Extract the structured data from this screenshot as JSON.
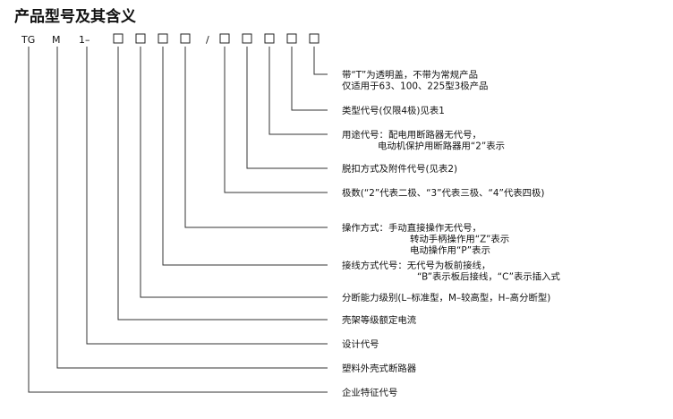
{
  "title": "产品型号及其含义",
  "code": {
    "prefix": "TG",
    "m": "M",
    "frame": "1–",
    "slash": "/"
  },
  "items": [
    {
      "id": "transparent-cover",
      "lines": [
        "带“T”为透明盖，不带为常规产品",
        "仅适用于63、100、225型3极产品"
      ]
    },
    {
      "id": "type-code",
      "lines": [
        "类型代号(仅限4极)见表1"
      ]
    },
    {
      "id": "usage-code",
      "lines": [
        "用途代号：配电用断路器无代号，",
        "电动机保护用断路器用“2”表示"
      ]
    },
    {
      "id": "release-accessory",
      "lines": [
        "脱扣方式及附件代号(见表2)"
      ]
    },
    {
      "id": "poles",
      "lines": [
        "极数(“2”代表二极、“3”代表三极、“4”代表四极)"
      ]
    },
    {
      "id": "operation",
      "lines": [
        "操作方式：手动直接操作无代号，",
        "转动手柄操作用“Z”表示",
        "电动操作用“P”表示"
      ]
    },
    {
      "id": "wiring",
      "lines": [
        "接线方式代号：无代号为板前接线，",
        "“B”表示板后接线，“C”表示插入式"
      ]
    },
    {
      "id": "breaking-capacity",
      "lines": [
        "分断能力级别(L–标准型，M–较高型，H–高分断型)"
      ]
    },
    {
      "id": "frame-current",
      "lines": [
        "壳架等级额定电流"
      ]
    },
    {
      "id": "design-code",
      "lines": [
        "设计代号"
      ]
    },
    {
      "id": "mccb",
      "lines": [
        "塑料外壳式断路器"
      ]
    },
    {
      "id": "enterprise-code",
      "lines": [
        "企业特征代号"
      ]
    }
  ]
}
